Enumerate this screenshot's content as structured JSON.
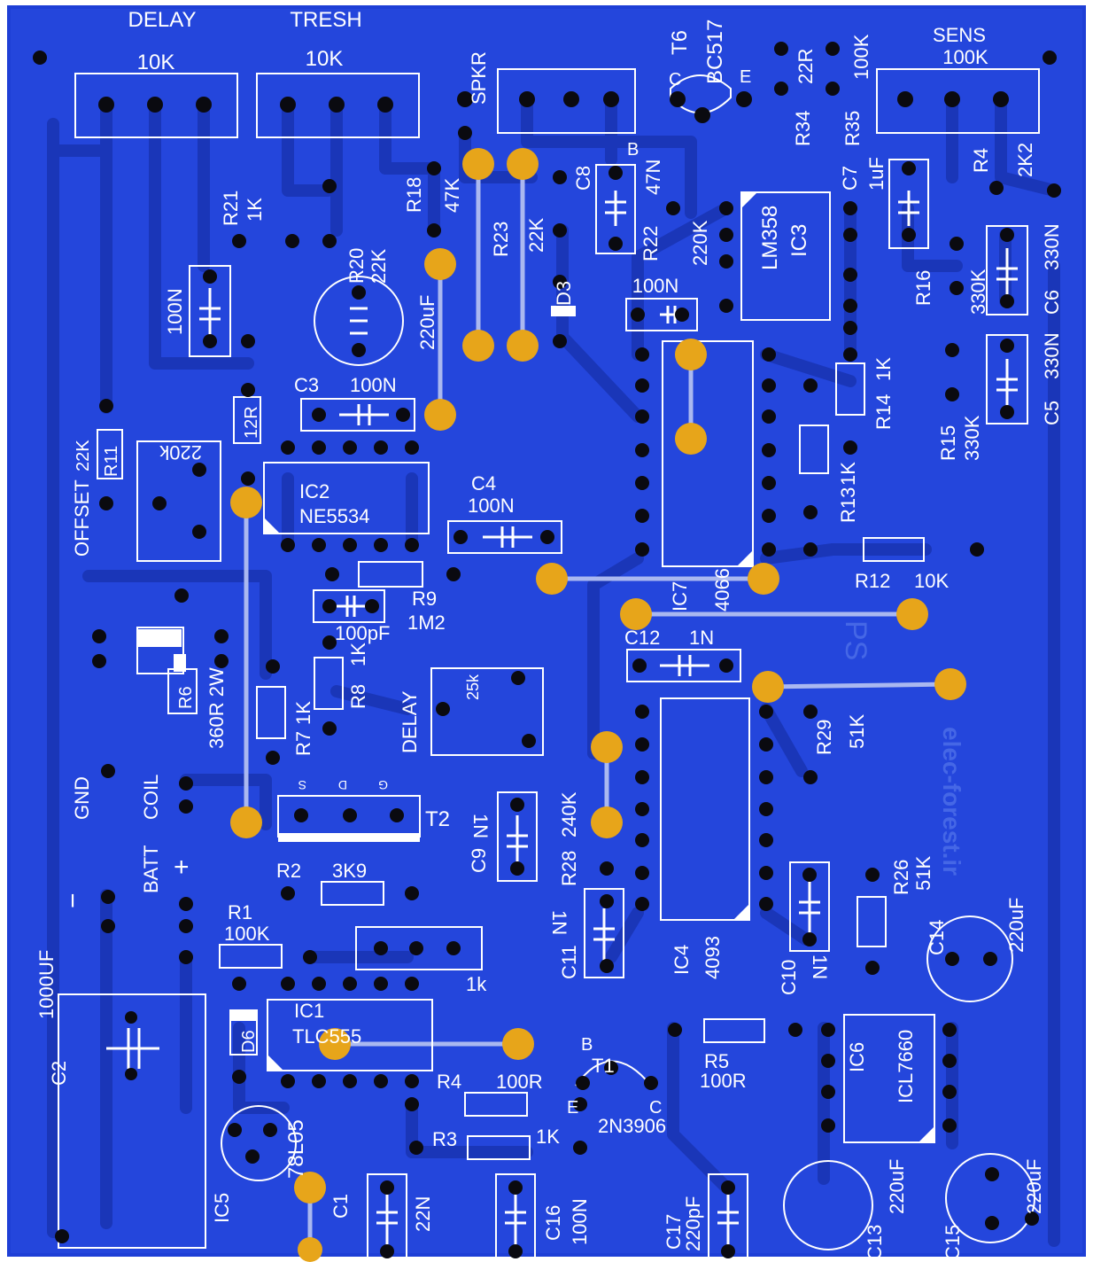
{
  "board": {
    "background": "#1e3fd6",
    "copper": "#2c52e8",
    "trace": "#1a36b8",
    "silk": "#ffffff",
    "pad": "#0a0a10",
    "via_ring": "#e7a51a",
    "jumper": "#aab8f0"
  },
  "watermark": "elec-forest.ir",
  "labels": {
    "delay_pot_title": "DELAY",
    "delay_pot_value": "10K",
    "tresh_pot_title": "TRESH",
    "tresh_pot_value": "10K",
    "spkr": "SPKR",
    "t6": "T6",
    "t6_part": "BC517",
    "t6_c": "C",
    "t6_e": "E",
    "r34": "R34",
    "r34_val": "22R",
    "r35": "R35",
    "r35_val": "100K",
    "sens_title": "SENS",
    "sens_value": "100K",
    "r4_top": "R4",
    "r4_top_val": "2K2",
    "c7": "C7",
    "c7_val": "1uF",
    "ic3_part": "LM358",
    "ic3": "IC3",
    "c8": "C8",
    "b_label": "B",
    "c8_val": "47N",
    "r22": "R22",
    "r22_val": "220K",
    "r18": "R18",
    "r18_val": "47K",
    "r23": "R23",
    "r23_val": "22K",
    "d3": "D3",
    "r21": "R21",
    "r21_val": "1K",
    "r20": "R20",
    "r20_val": "22K",
    "cap220uf_a": "220uF",
    "cap100n_left": "100N",
    "cap100n_ic3": "100N",
    "r16": "R16",
    "r16_val": "330K",
    "c6": "C6",
    "c6_val": "330N",
    "c3": "C3",
    "c3_val": "100N",
    "r12r": "12R",
    "r14": "R14",
    "r14_val": "1K",
    "r15": "R15",
    "r15_val": "330K",
    "c5": "C5",
    "c5_val": "330N",
    "offset": "OFFSET",
    "r11_val": "22K",
    "r11": "R11",
    "pot220k": "220k",
    "ic2": "IC2",
    "ic2_part": "NE5534",
    "c4": "C4",
    "c4_val": "100N",
    "r13": "R13",
    "r13_val": "1K",
    "r12": "R12",
    "r12_val": "10K",
    "r9": "R9",
    "r9_val": "1M2",
    "c100pf": "100pF",
    "ic7": "IC7",
    "ic7_part": "4066",
    "ps_mirror": "PS",
    "c12": "C12",
    "c12_val": "1N",
    "r6": "R6",
    "r6_val": "360R 2W",
    "r8": "R8",
    "r8_val": "1K",
    "r7": "R7",
    "r7_val": "1K",
    "delay_trim": "DELAY",
    "trim25k": "25k",
    "r29": "R29",
    "r29_val": "51K",
    "gnd": "GND",
    "coil": "COIL",
    "t2": "T2",
    "t2_s": "S",
    "t2_d": "D",
    "t2_g": "G",
    "c9": "C9",
    "c9_val": "1N",
    "r28": "R28",
    "r28_val": "240K",
    "batt": "BATT",
    "plus": "+",
    "minus": "−",
    "r2": "R2",
    "r2_val": "3K9",
    "r26": "R26",
    "r26_val": "51K",
    "r1": "R1",
    "r1_val": "100K",
    "trim1k": "1k",
    "c11": "C11",
    "c11_val": "1N",
    "ic4": "IC4",
    "ic4_part": "4093",
    "c10": "C10",
    "c10_val": "1N",
    "c14": "C14",
    "c14_val": "220uF",
    "c2_val": "1000UF",
    "c2": "C2",
    "d6": "D6",
    "ic1": "IC1",
    "ic1_part": "TLC555",
    "t1_b": "B",
    "t1": "T1",
    "r5": "R5",
    "r5_val": "100R",
    "ic6": "IC6",
    "ic6_part": "ICL7660",
    "r4": "R4",
    "r4_val": "100R",
    "t1_e": "E",
    "t1_c": "C",
    "t1_part": "2N3906",
    "r3": "R3",
    "r3_val": "1K",
    "ic5_part": "78L05",
    "ic5": "IC5",
    "c1": "C1",
    "c1_val": "22N",
    "c16": "C16",
    "c16_val": "100N",
    "c17": "C17",
    "c17_val": "220pF",
    "c13": "C13",
    "c13_val": "220uF",
    "c15": "C15",
    "c15_val": "220uF",
    "mirror_text": "elec-forest.ir"
  }
}
